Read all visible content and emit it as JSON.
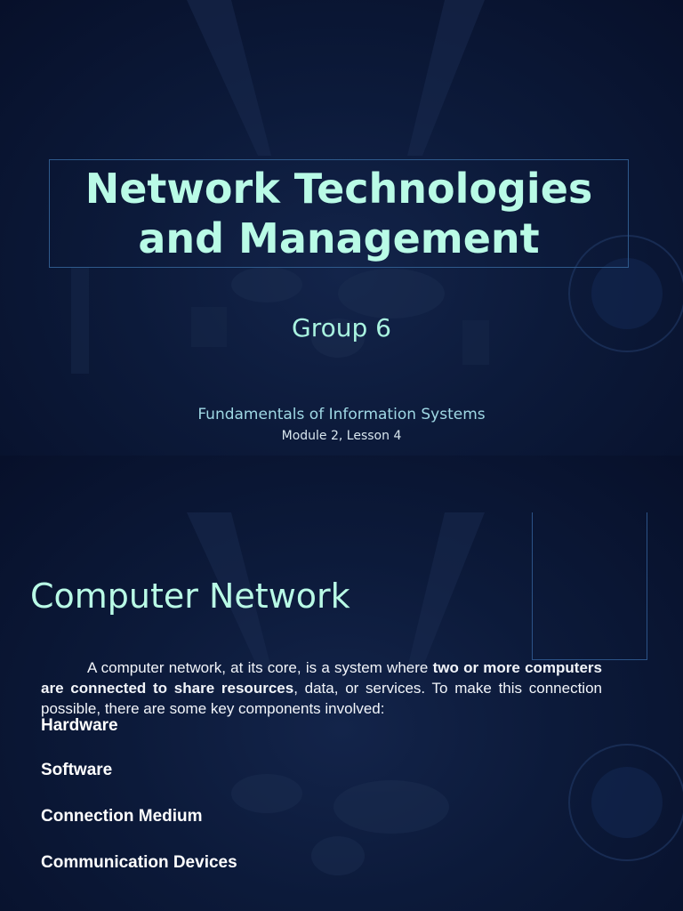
{
  "slide1": {
    "title_line1": "Network Technologies",
    "title_line2": "and Management",
    "group": "Group 6",
    "course": "Fundamentals of Information Systems",
    "module": "Module 2, Lesson 4"
  },
  "slide2": {
    "heading": "Computer Network",
    "paragraph": {
      "part1": "A computer network, at its core, is a system where ",
      "bold": "two or more computers are connected to share resources",
      "part2": ", data, or services. To make this connection possible, there are some key components involved:"
    },
    "components": [
      "Hardware",
      "Software",
      "Connection Medium",
      "Communication Devices"
    ]
  }
}
